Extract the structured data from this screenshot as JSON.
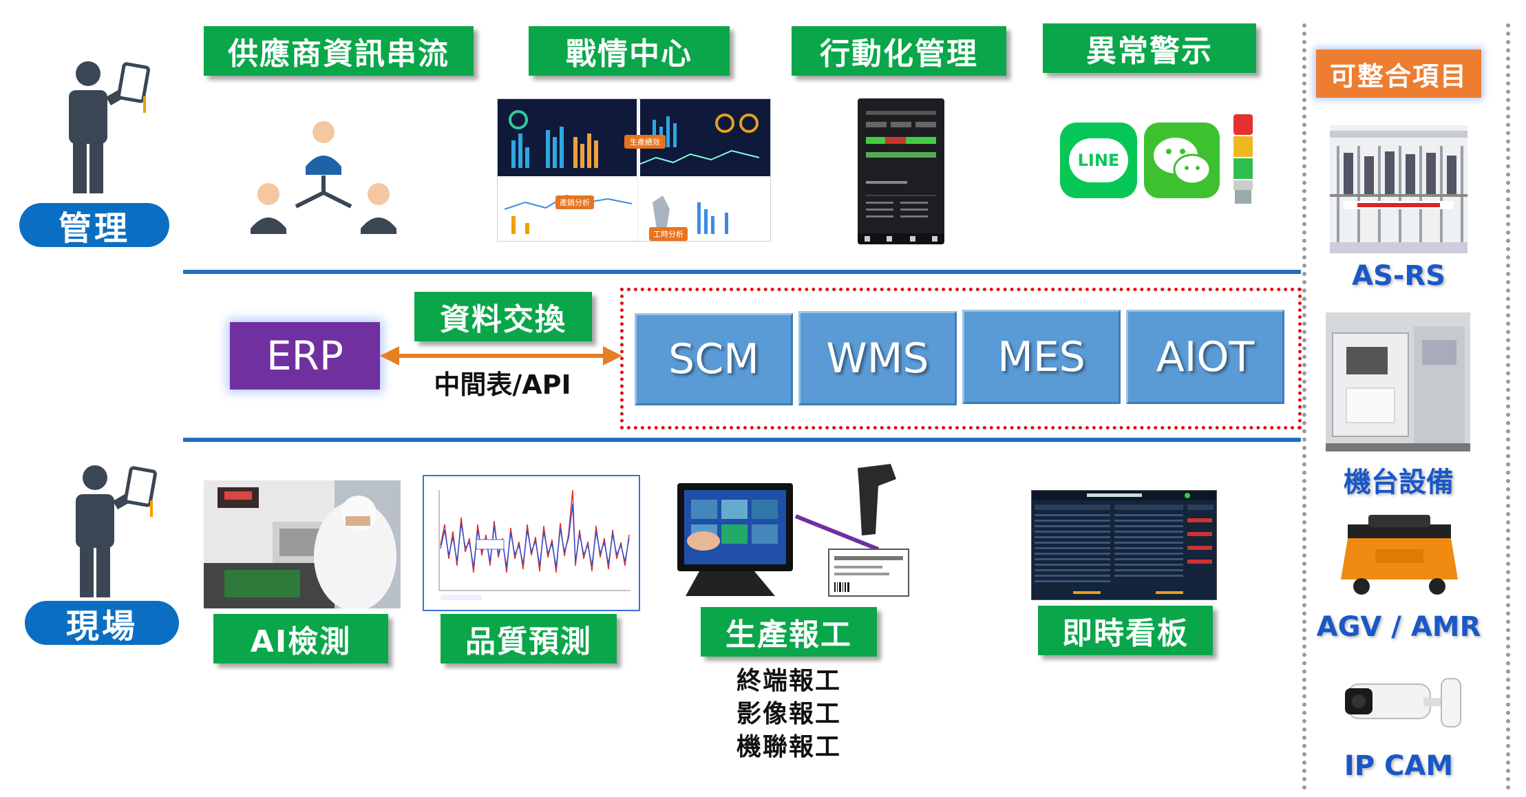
{
  "sections": {
    "management": "管理",
    "field": "現場"
  },
  "top_modules": [
    {
      "label": "供應商資訊串流"
    },
    {
      "label": "戰情中心"
    },
    {
      "label": "行動化管理"
    },
    {
      "label": "異常警示"
    }
  ],
  "dashboard_labels": {
    "production": "生產績效",
    "sales": "產銷分析",
    "hours": "工時分析"
  },
  "line_app": "LINE",
  "middle": {
    "exchange_label": "資料交換",
    "erp": "ERP",
    "connector": "中間表/API",
    "systems": [
      "SCM",
      "WMS",
      "MES",
      "AIOT"
    ]
  },
  "bottom_modules": [
    {
      "label": "AI檢測"
    },
    {
      "label": "品質預測"
    },
    {
      "label": "生產報工"
    },
    {
      "label": "即時看板"
    }
  ],
  "reporting_methods": [
    "終端報工",
    "影像報工",
    "機聯報工"
  ],
  "sidebar": {
    "title": "可整合項目",
    "items": [
      "AS-RS",
      "機台設備",
      "AGV / AMR",
      "IP CAM"
    ]
  },
  "colors": {
    "green": "#0aa64a",
    "blue_pill": "#0a6fc2",
    "system_blue": "#5b9bd5",
    "erp_purple": "#7030a0",
    "arrow_orange": "#e67e22",
    "sidebar_orange": "#ed7d31",
    "dashed_red": "#e01010"
  }
}
